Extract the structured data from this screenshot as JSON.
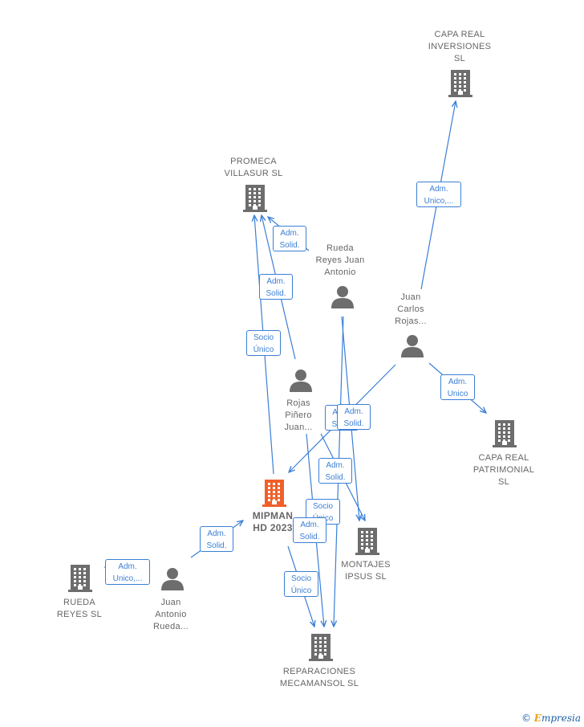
{
  "nodes": {
    "capa_real_inversiones": {
      "label": [
        "CAPA REAL",
        "INVERSIONES",
        "SL"
      ],
      "kind": "company"
    },
    "promeca": {
      "label": [
        "PROMECA",
        "VILLASUR  SL"
      ],
      "kind": "company"
    },
    "rueda_reyes_juan_antonio": {
      "label": [
        "Rueda",
        "Reyes Juan",
        "Antonio"
      ],
      "kind": "person"
    },
    "juan_carlos_rojas": {
      "label": [
        "Juan",
        "Carlos",
        "Rojas..."
      ],
      "kind": "person"
    },
    "rojas_pinero": {
      "label": [
        "Rojas",
        "Piñero",
        "Juan..."
      ],
      "kind": "person"
    },
    "capa_real_patrimonial": {
      "label": [
        "CAPA REAL",
        "PATRIMONIAL",
        "SL"
      ],
      "kind": "company"
    },
    "mipman": {
      "label": [
        "MIPMAN",
        "HD 2023"
      ],
      "kind": "company-main"
    },
    "montajes_ipsus": {
      "label": [
        "MONTAJES",
        "IPSUS SL"
      ],
      "kind": "company"
    },
    "rueda_reyes_sl": {
      "label": [
        "RUEDA",
        "REYES  SL"
      ],
      "kind": "company"
    },
    "juan_antonio_rueda": {
      "label": [
        "Juan",
        "Antonio",
        "Rueda..."
      ],
      "kind": "person"
    },
    "reparaciones": {
      "label": [
        "REPARACIONES",
        "MECAMANSOL SL"
      ],
      "kind": "company"
    }
  },
  "relations": [
    {
      "label": [
        "Adm.",
        "Unico,..."
      ]
    },
    {
      "label": [
        "Adm.",
        "Solid."
      ]
    },
    {
      "label": [
        "Adm.",
        "Solid."
      ]
    },
    {
      "label": [
        "Socio",
        "Único"
      ]
    },
    {
      "label": [
        "Adm.",
        "Unico"
      ]
    },
    {
      "label": [
        "Adm.",
        "Solid."
      ]
    },
    {
      "label": [
        "Adm.",
        "Solid."
      ]
    },
    {
      "label": [
        "Adm.",
        "Solid."
      ]
    },
    {
      "label": [
        "Socio",
        "Único"
      ]
    },
    {
      "label": [
        "Adm.",
        "Solid."
      ]
    },
    {
      "label": [
        "Adm.",
        "Solid."
      ]
    },
    {
      "label": [
        "Socio",
        "Único"
      ]
    },
    {
      "label": [
        "Adm.",
        "Unico,..."
      ]
    }
  ],
  "colors": {
    "edge": "#3b7fd6",
    "company": "#6d6d6d",
    "person": "#6d6d6d",
    "main": "#f0602a"
  },
  "footer": {
    "symbol": "©",
    "brand_initial": "E",
    "brand_rest": "mpresia"
  }
}
